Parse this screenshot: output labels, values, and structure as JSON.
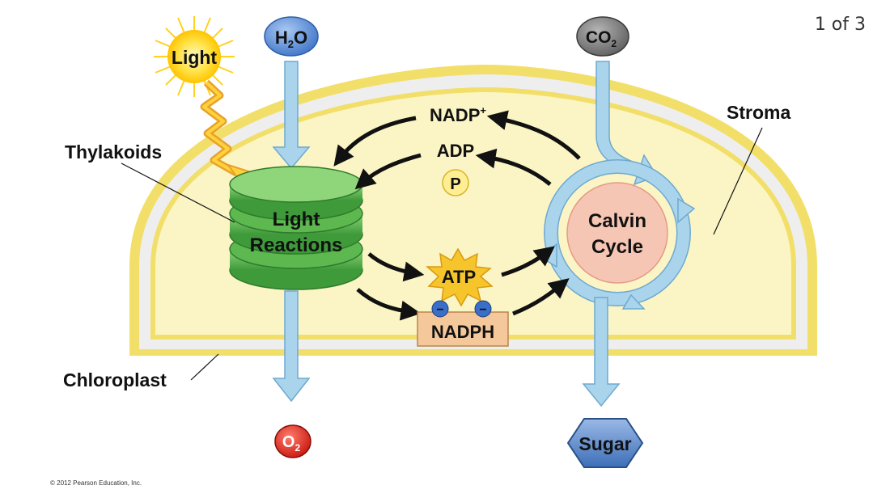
{
  "page_counter": "1 of 3",
  "labels": {
    "light": "Light",
    "h2o": "H",
    "h2o_sub": "2",
    "h2o_end": "O",
    "co2": "CO",
    "co2_sub": "2",
    "o2": "O",
    "o2_sub": "2",
    "thylakoids": "Thylakoids",
    "stroma": "Stroma",
    "chloroplast": "Chloroplast",
    "light_reactions_1": "Light",
    "light_reactions_2": "Reactions",
    "calvin_1": "Calvin",
    "calvin_2": "Cycle",
    "nadp": "NADP",
    "nadp_sup": "+",
    "adp": "ADP",
    "p": "P",
    "atp": "ATP",
    "nadph": "NADPH",
    "electron": "−",
    "sugar": "Sugar"
  },
  "copyright": "© 2012 Pearson Education, Inc.",
  "colors": {
    "chloroplast_fill": "#fbf5c6",
    "chloroplast_border": "#f2df6a",
    "membrane_gap": "#eeeeee",
    "arrow_blue": "#a9d4ec",
    "arrow_blue_edge": "#6fa9cf",
    "thylakoid_green": "#5cb84f",
    "calvin_fill": "#f6c6b4",
    "atp_fill": "#f5c52b",
    "nadph_fill": "#f4c89a",
    "sugar_fill": "#5f8ed0"
  }
}
